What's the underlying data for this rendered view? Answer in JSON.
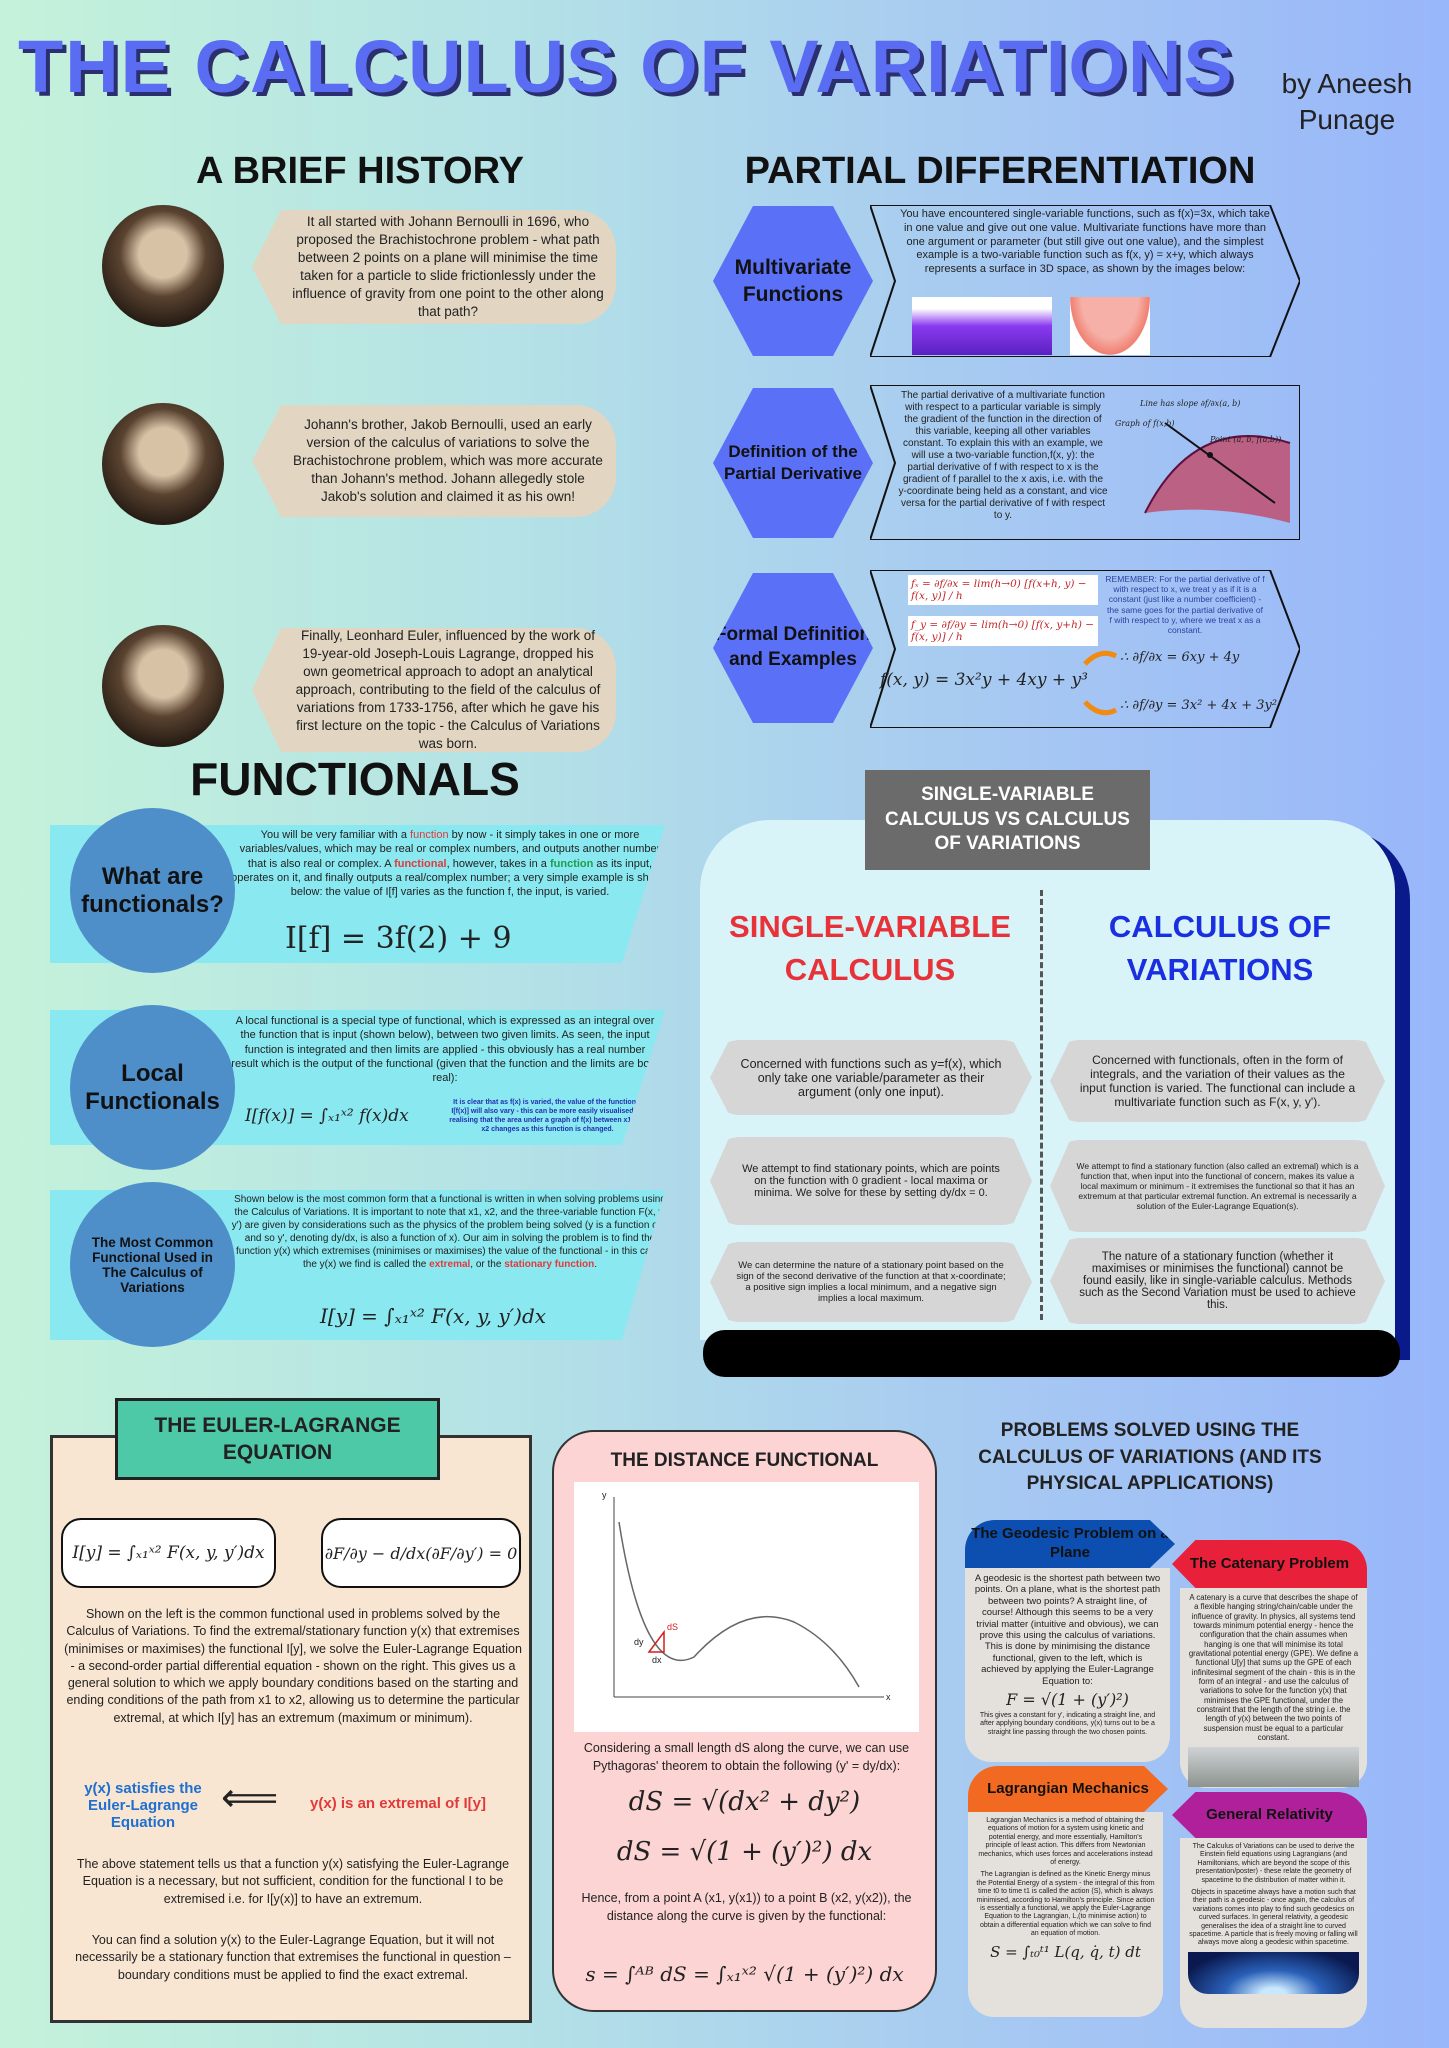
{
  "header": {
    "title": "THE CALCULUS OF VARIATIONS",
    "byline": "by Aneesh Punage"
  },
  "history": {
    "title": "A BRIEF HISTORY",
    "items": [
      {
        "name": "Johann Bernoulli",
        "text": "It all started with Johann Bernoulli in 1696,  who proposed the Brachistochrone problem - what path between 2 points on a plane will minimise the time taken for a particle to slide frictionlessly under the influence of gravity from one point to the other along that path?"
      },
      {
        "name": "Jakob Bernoulli",
        "text": "Johann's brother, Jakob Bernoulli, used an early version of the calculus of variations to solve the Brachistochrone problem, which was more accurate than Johann's method. Johann allegedly stole Jakob's solution and claimed it as his own!"
      },
      {
        "name": "Leonhard Euler",
        "text": "Finally, Leonhard Euler, influenced by the work of 19-year-old Joseph-Louis Lagrange, dropped his own geometrical approach to adopt an analytical approach, contributing to the field of the calculus of variations from 1733-1756, after which he gave his first lecture on the topic - the Calculus of Variations was born."
      }
    ]
  },
  "partial": {
    "title": "PARTIAL DIFFERENTIATION",
    "rows": [
      {
        "label": "Multivariate Functions",
        "text": "You have encountered single-variable functions, such as f(x)=3x, which take in one value and give out one value. Multivariate functions have more than one argument or parameter (but still give out one value), and the simplest example is a two-variable function such as f(x, y) = x+y, which always represents a surface in 3D space, as shown by the images below:"
      },
      {
        "label": "Definition of the Partial Derivative",
        "text": "The partial derivative of a multivariate function with respect to a particular variable is simply the gradient of the function in the direction of this variable, keeping all other variables constant. To explain this with an example, we will use a two-variable function,f(x, y): the partial derivative of f with respect to x is the gradient of f parallel to the x axis, i.e. with the y-coordinate being held as a constant, and vice versa for the partial derivative of f with respect to y.",
        "fig_labels": {
          "slope": "Line has slope ∂f/∂x(a, b)",
          "graph": "Graph of f(x,b)",
          "point": "Point (a, b, f(a,b))"
        }
      },
      {
        "label": "Formal Definition and Examples",
        "fx": "fₓ = ∂f/∂x = lim(h→0) [f(x+h, y) − f(x, y)] / h",
        "fy": "f_y = ∂f/∂y = lim(h→0) [f(x, y+h) − f(x, y)] / h",
        "remember": "REMEMBER: For the partial derivative of f with respect to x, we treat y as if it is a constant (just like a number coefficient) - the same goes for the partial derivative of f with respect to y, where we treat x as a constant.",
        "example": "f(x, y) = 3x²y + 4xy + y³",
        "dfdx": "∴ ∂f/∂x = 6xy + 4y",
        "dfdy": "∴ ∂f/∂y = 3x² + 4x + 3y²"
      }
    ]
  },
  "functionals": {
    "title": "FUNCTIONALS",
    "rows": [
      {
        "label": "What are functionals?",
        "text_a": "You will be very familiar with a ",
        "text_fn": "function",
        "text_b": " by now - it simply takes in one or more variables/values, which may be real or complex numbers, and outputs another number that is also real or complex.  A ",
        "text_fl": "functional",
        "text_c": ", however, takes in a ",
        "text_fn2": "function",
        "text_d": " as its input, operates on it, and finally outputs a real/complex number; a very simple example is shown below: the value of I[f] varies as the function f, the input, is varied.",
        "formula": "I[f] = 3f(2) + 9"
      },
      {
        "label": "Local Functionals",
        "text": "A local functional is a special type of functional, which is expressed as an integral over the function that is input (shown below), between two given limits. As seen, the input function is integrated and then limits are applied - this obviously has a real number result which is the output of the functional (given that the function and the limits are both real):",
        "formula": "I[f(x)] = ∫ₓ₁ˣ² f(x)dx",
        "note": "It is clear that as f(x) is varied, the value of the functional I[f(x)] will also vary - this can be more easily visualised by realising that the area under a graph of f(x) between x1 and x2 changes as this function is changed."
      },
      {
        "label": "The Most Common Functional Used in The Calculus of Variations",
        "text_a": "Shown below is the most common form that a functional is written in when solving problems using the Calculus of Variations. It is important to note that x1, x2, and the three-variable function F(x, y, y') are given by considerations such as the physics of the problem being solved (y is a function of x and so y', denoting dy/dx, is also a function of x). Our aim in solving the problem is to find the function y(x) which extremises (minimises or maximises) the value of the functional - in this case, the y(x) we find is called the ",
        "extremal": "extremal",
        "text_b": ", or the ",
        "stationary": "stationary function",
        "text_c": ".",
        "formula": "I[y] = ∫ₓ₁ˣ² F(x, y, y′)dx"
      }
    ]
  },
  "comparison": {
    "title": "SINGLE-VARIABLE CALCULUS VS CALCULUS OF VARIATIONS",
    "left_heading": "SINGLE-VARIABLE CALCULUS",
    "right_heading": "CALCULUS OF VARIATIONS",
    "left": [
      "Concerned with functions such as y=f(x), which only take one variable/parameter as their argument (only one input).",
      "We attempt to find stationary points, which are points on the function with 0 gradient - local maxima or minima. We solve for these by setting dy/dx = 0.",
      "We can determine the nature of a stationary point based on the sign of the second derivative of the function at that x-coordinate; a positive sign implies a local minimum, and a negative sign implies a local maximum."
    ],
    "right": [
      "Concerned with functionals, often in the form of integrals, and the variation of their values as the input function is varied. The functional can include a multivariate function such as F(x, y, y').",
      "We attempt to find a stationary function (also called an extremal) which is a function that, when input into the functional of concern, makes its value a local maximum or minimum - it extremises the functional so that it has an extremum at that particular extremal function. An extremal is necessarily a solution of the Euler-Lagrange Equation(s).",
      "The nature of a stationary function (whether it maximises or minimises the functional) cannot be found easily, like in single-variable calculus. Methods such as the Second Variation must be used to achieve this."
    ],
    "colors": {
      "left": "#e8323a",
      "right": "#1a2fe0"
    }
  },
  "euler": {
    "title": "THE EULER-LAGRANGE EQUATION",
    "eq_left": "I[y] = ∫ₓ₁ˣ² F(x, y, y′)dx",
    "eq_right": "∂F/∂y − d/dx(∂F/∂y′) = 0",
    "para1": "Shown on the left is the common functional used in problems solved by the Calculus of Variations. To find the extremal/stationary function y(x) that extremises (minimises or maximises) the functional I[y], we solve the Euler-Lagrange Equation - a second-order partial differential equation - shown on the right. This gives us a general solution to which we apply boundary conditions based on the starting and ending conditions of the path from x1 to x2, allowing us to determine the particular extremal, at which I[y] has an extremum (maximum or minimum).",
    "implies_left": "y(x) satisfies the Euler-Lagrange Equation",
    "arrow": "⟸",
    "implies_right": "y(x) is an extremal of I[y]",
    "para2": "The above statement tells us that a function y(x) satisfying the Euler-Lagrange Equation is a necessary, but not sufficient, condition for the functional I to be extremised i.e. for I[y(x)] to have an extremum.",
    "para3": "You can find a solution y(x) to the Euler-Lagrange Equation, but it will not necessarily be a stationary function that extremises the functional in question – boundary conditions must be applied to find the exact extremal."
  },
  "distance": {
    "title": "THE DISTANCE FUNCTIONAL",
    "graph_labels": {
      "y": "y",
      "x": "x",
      "dS": "dS",
      "dy": "dy",
      "dx": "dx"
    },
    "text1": "Considering a small length dS along the curve, we can use Pythagoras' theorem to obtain the following (y' = dy/dx):",
    "eq1": "dS = √(dx² + dy²)",
    "eq2": "dS = √(1 + (y′)²) dx",
    "text2": "Hence, from a point A (x1, y(x1)) to a point B (x2, y(x2)), the distance along the curve is given by the functional:",
    "eq3": "s = ∫ᴬᴮ dS = ∫ₓ₁ˣ² √(1 + (y′)²) dx"
  },
  "problems": {
    "title": "PROBLEMS SOLVED USING THE CALCULUS OF VARIATIONS (AND ITS PHYSICAL APPLICATIONS)",
    "cards": [
      {
        "title": "The Geodesic Problem on a Plane",
        "color": "#0d4fb0",
        "text": "A geodesic is the shortest path between two points. On a plane, what is the shortest path between two points? A straight line, of course! Although this seems to be a very trivial matter (intuitive and obvious), we can prove this using the calculus of variations. This is done by minimising the distance functional, given to the left, which is achieved by applying the Euler-Lagrange Equation to:",
        "formula": "F = √(1 + (y′)²)",
        "note": "This gives a constant for y', indicating a straight line, and after applying boundary conditions, y(x) turns out to be a straight line passing through the two chosen points."
      },
      {
        "title": "The Catenary Problem",
        "color": "#e8203a",
        "text": "A catenary is a curve that describes the shape of a flexible hanging string/chain/cable under the influence of gravity. In physics, all systems tend towards minimum potential energy - hence the configuration that the chain assumes when hanging is one that will minimise its total gravitational potential energy (GPE). We define a functional U[y] that sums up the GPE of each infinitesimal segment of the chain - this is in the form of an integral - and use the calculus of variations to solve for the function y(x) that minimises the GPE functional, under the constraint that the length of the string i.e. the length of y(x) between the two points of suspension must be equal to a particular constant."
      },
      {
        "title": "Lagrangian Mechanics",
        "color": "#f26a22",
        "text": "Lagrangian Mechanics is a method of obtaining the equations of motion for a system using kinetic and potential energy, and more essentially, Hamilton's principle of least action. This differs from Newtonian mechanics, which uses forces and accelerations instead of energy.",
        "text2": "The Lagrangian is defined as the Kinetic Energy minus the Potential Energy of a system - the integral of this from time t0 to time t1 is called the action (S), which is always minimised, according to Hamilton's principle. Since action is essentially a functional, we apply the Euler-Lagrange Equation to the Lagrangian, L,(to minimise action) to obtain a differential equation which we can solve to find an equation of motion.",
        "formula": "S = ∫ₜ₀ᵗ¹ L(q, q̇, t) dt"
      },
      {
        "title": "General Relativity",
        "color": "#b0209a",
        "text": "The Calculus of Variations can be used to derive the Einstein field equations using Lagrangians (and Hamiltonians, which are beyond the scope of this presentation/poster) - these relate the geometry of spacetime to the distribution of matter within it.",
        "text2": "Objects in spacetime always have a motion such that their path is a geodesic - once again, the calculus of variations comes into play to find such geodesics on curved surfaces. In general relativity, a geodesic generalises the idea of a straight line to curved spacetime. A particle that is freely moving or falling will always move along a geodesic within spacetime."
      }
    ]
  }
}
